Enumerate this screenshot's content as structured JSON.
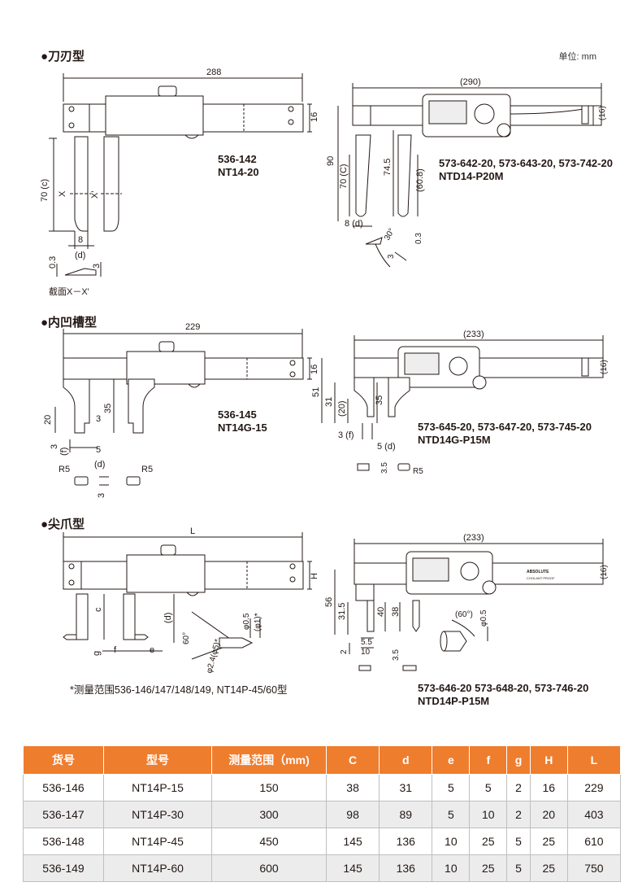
{
  "unit_label": "单位: mm",
  "sections": [
    {
      "title": "●刀刃型",
      "left_model": [
        "536-142",
        "NT14-20"
      ],
      "right_model": [
        "573-642-20, 573-643-20, 573-742-20",
        "NTD14-P20M"
      ],
      "left_dims": {
        "length": "288",
        "height": "16",
        "c": "70 (c)",
        "x1": "X",
        "x2": "X'",
        "d_val": "8",
        "d": "(d)",
        "t1": "0.3",
        "t2": "3",
        "section": "截面X－X'"
      },
      "right_dims": {
        "length": "(290)",
        "height": "(16)",
        "h90": "90",
        "c": "70 (C)",
        "h745": "74.5",
        "h608": "(60.8)",
        "d": "8 (d)",
        "ang": "30°",
        "t3": "3",
        "t03": "0.3"
      }
    },
    {
      "title": "●内凹槽型",
      "left_model": [
        "536-145",
        "NT14G-15"
      ],
      "right_model": [
        "573-645-20, 573-647-20, 573-745-20",
        "NTD14G-P15M"
      ],
      "left_dims": {
        "length": "229",
        "height": "16",
        "h20": "20",
        "h35": "35",
        "w3": "3",
        "f3": "3",
        "f": "(f)",
        "d5": "5",
        "d": "(d)",
        "r1": "R5",
        "r2": "R5",
        "t3": "3"
      },
      "right_dims": {
        "length": "(233)",
        "height": "(16)",
        "h51": "51",
        "h31": "31",
        "h20": "(20)",
        "h35": "35",
        "f3": "3 (f)",
        "d5": "5 (d)",
        "w35": "3.5",
        "r5": "R5"
      }
    },
    {
      "title": "●尖爪型",
      "left_dims": {
        "length": "L",
        "height": "H",
        "c": "c",
        "d": "(d)",
        "g": "g",
        "f": "f",
        "e": "e",
        "ang": "60°",
        "dia1": "φ2.4(φ5)*",
        "dia2": "φ0.5",
        "dia3": "(φ1)*"
      },
      "right_model": [
        "573-646-20 573-648-20, 573-746-20",
        "NTD14P-P15M"
      ],
      "right_dims": {
        "length": "(233)",
        "height": "(16)",
        "h56": "56",
        "h315": "31.5",
        "h40": "40",
        "h38": "38",
        "g2": "2",
        "f55": "5.5",
        "e10": "10",
        "w35": "3.5",
        "ang": "(60°)",
        "dia": "φ0.5"
      }
    }
  ],
  "footnote": "*测量范围536-146/147/148/149, NT14P-45/60型",
  "brand_text": {
    "absolute": "ABSOLUTE",
    "coolant": "COOLANT PROOF"
  },
  "table": {
    "headers": [
      "货号",
      "型号",
      "测量范围（mm)",
      "C",
      "d",
      "e",
      "f",
      "g",
      "H",
      "L"
    ],
    "rows": [
      [
        "536-146",
        "NT14P-15",
        "150",
        "38",
        "31",
        "5",
        "5",
        "2",
        "16",
        "229"
      ],
      [
        "536-147",
        "NT14P-30",
        "300",
        "98",
        "89",
        "5",
        "10",
        "2",
        "20",
        "403"
      ],
      [
        "536-148",
        "NT14P-45",
        "450",
        "145",
        "136",
        "10",
        "25",
        "5",
        "25",
        "610"
      ],
      [
        "536-149",
        "NT14P-60",
        "600",
        "145",
        "136",
        "10",
        "25",
        "5",
        "25",
        "750"
      ]
    ]
  },
  "colors": {
    "header_bg": "#ef7d2e",
    "stripe": "#ececec",
    "line": "#231815"
  }
}
